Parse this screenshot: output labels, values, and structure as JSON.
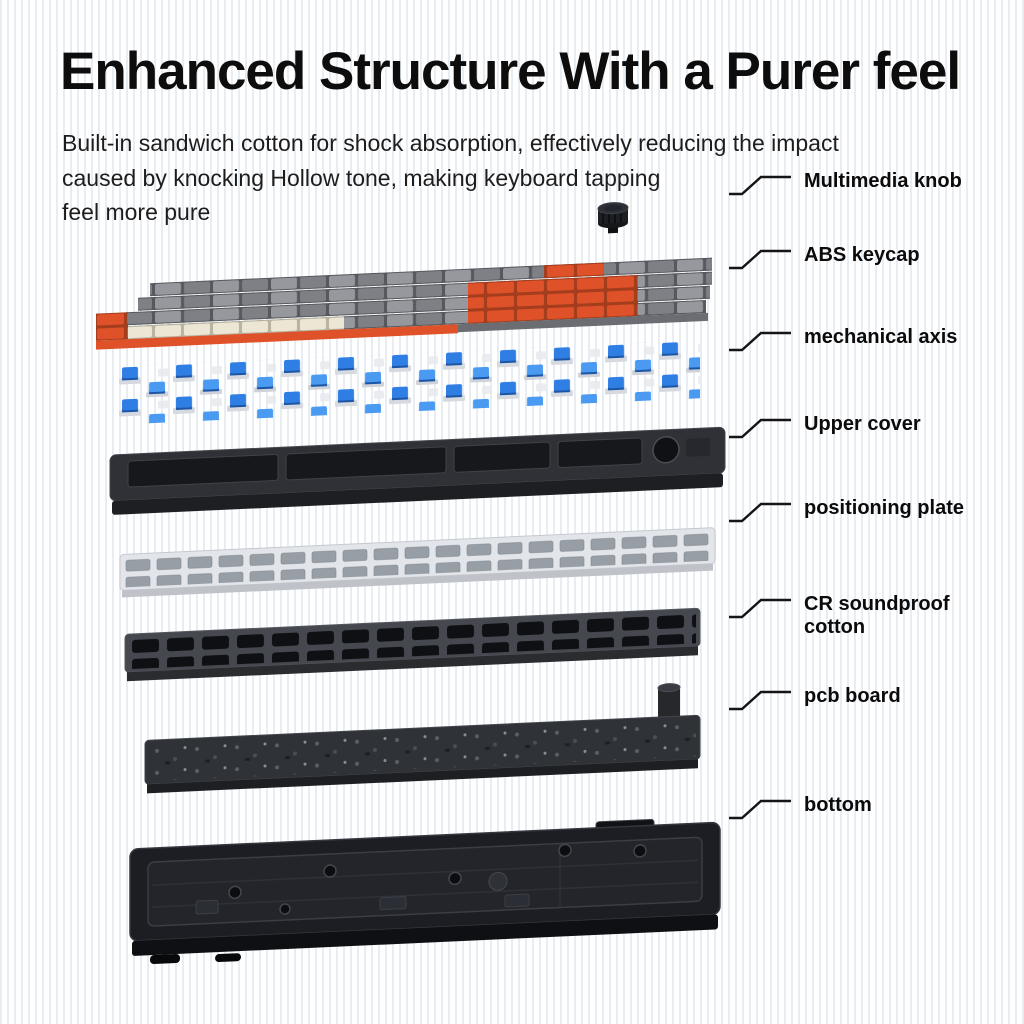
{
  "header": {
    "title": "Enhanced Structure With a Purer feel",
    "subtitle_lines": [
      "Built-in sandwich cotton for shock absorption, effectively reducing the impact",
      "caused by knocking Hollow tone, making keyboard tapping",
      "feel more pure"
    ]
  },
  "callouts": [
    {
      "label": "Multimedia knob"
    },
    {
      "label": "ABS keycap"
    },
    {
      "label": "mechanical axis"
    },
    {
      "label": "Upper cover"
    },
    {
      "label": "positioning plate"
    },
    {
      "label": "CR soundproof cotton"
    },
    {
      "label": "pcb board"
    },
    {
      "label": "bottom"
    }
  ],
  "illustration": {
    "layers": [
      "multimedia-knob",
      "abs-keycaps",
      "mechanical-switches",
      "upper-cover",
      "positioning-plate",
      "cr-soundproof-cotton",
      "pcb-board",
      "bottom-case"
    ],
    "colors": {
      "accent_orange": "#df5128",
      "switch_blue": "#2f7ee3",
      "keycap_cream": "#ece6d4",
      "keycap_gray": "#96989d",
      "case_dark": "#24262b",
      "plate_silver": "#e2e5e9"
    }
  }
}
